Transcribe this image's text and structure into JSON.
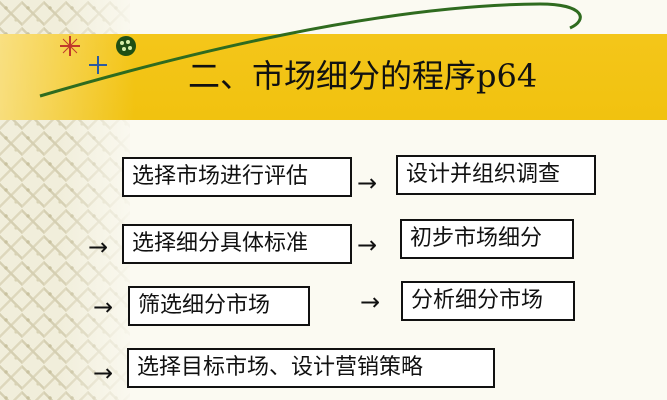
{
  "slide": {
    "title": "二、市场细分的程序p64",
    "arrow_glyph": "→",
    "rows": [
      {
        "left": "选择市场进行评估",
        "right": "设计并组织调查"
      },
      {
        "left": "选择细分具体标准",
        "right": "初步市场细分"
      },
      {
        "left": "筛选细分市场",
        "right": "分析细分市场"
      },
      {
        "left": "选择目标市场、设计营销策略"
      }
    ]
  },
  "colors": {
    "title_band": "#f2c414",
    "orbit_line": "#2f6b1f",
    "text": "#111111"
  }
}
